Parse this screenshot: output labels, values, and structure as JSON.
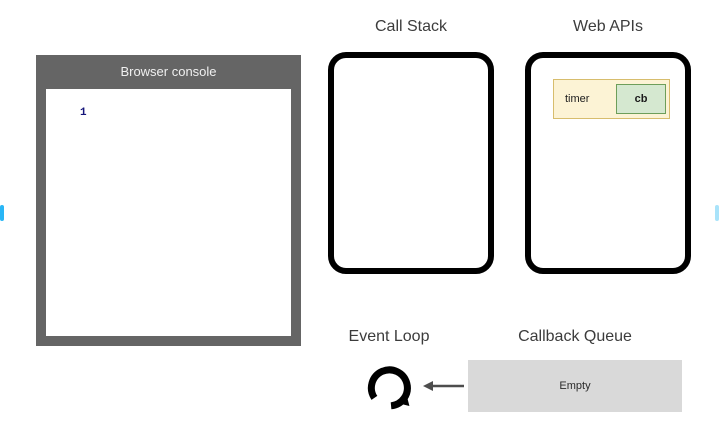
{
  "console": {
    "title": "Browser console",
    "lines": [
      "1"
    ],
    "line_color": "#15157a"
  },
  "call_stack": {
    "heading": "Call Stack",
    "frames": []
  },
  "web_apis": {
    "heading": "Web APIs",
    "tasks": [
      {
        "label": "timer",
        "callback_label": "cb"
      }
    ],
    "task_bg": "#fcf3d5",
    "task_border": "#d7bd6d",
    "callback_bg": "#d5e8d0",
    "callback_border": "#6d9e5a"
  },
  "event_loop": {
    "heading": "Event Loop",
    "icon": "circular-arrow-icon"
  },
  "callback_queue": {
    "heading": "Callback Queue",
    "status": "Empty",
    "bg": "#d9d9d9"
  },
  "transfer_arrow": {
    "icon": "arrow-left-icon",
    "color": "#4d4d4d"
  },
  "edge_nav": {
    "left_color": "#29b6f6",
    "right_color": "#a9e3fa"
  },
  "theme": {
    "console_frame": "#656565",
    "box_border": "#000000",
    "heading_color": "#3c3c3c"
  }
}
